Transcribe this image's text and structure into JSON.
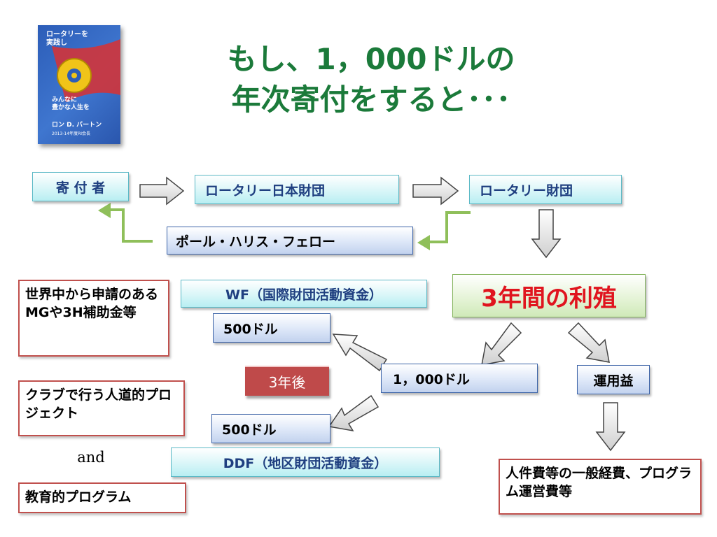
{
  "title": {
    "line1": "もし、1，000ドルの",
    "line2": "年次寄付をすると･･･"
  },
  "book": {
    "line1": "ロータリーを\n実践し",
    "line2": "みんなに\n豊かな人生を",
    "author": "ロン D. バートン",
    "note": "2013-14年度RI会長"
  },
  "flow": {
    "donor": "寄 付 者",
    "rjf": "ロータリー日本財団",
    "tfr": "ロータリー財団",
    "phf": "ポール・ハリス・フェロー",
    "interest": "3年間の利殖",
    "principal": "1，000ドル",
    "earnings": "運用益",
    "wf": "WF（国際財団活動資金）",
    "wf_amount": "500ドル",
    "ddf": "DDF（地区財団活動資金）",
    "ddf_amount": "500ドル",
    "after": "3年後"
  },
  "uses": {
    "global": "世界中から申請のあるMGや3H補助金等",
    "club": "クラブで行う人道的プロジェクト",
    "and": "and",
    "education": "教育的プログラム",
    "overhead": "人件費等の一般経費、プログラム運営費等"
  },
  "colors": {
    "title": "#1b7a3a",
    "interest": "#e0141e",
    "after_fill": "#bf4a4a",
    "red_border": "#c0504d"
  }
}
